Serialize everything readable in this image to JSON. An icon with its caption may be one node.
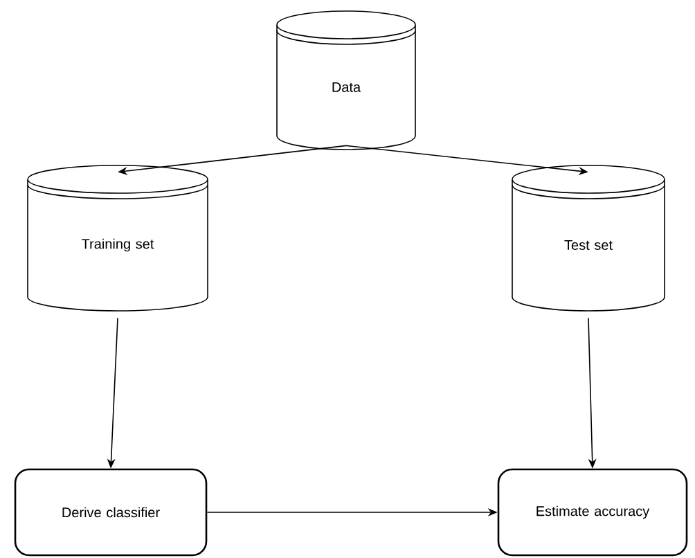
{
  "diagram": {
    "nodes": [
      {
        "text": [
          "Data"
        ]
      },
      {
        "text": [
          "Training set"
        ]
      },
      {
        "text": [
          "Test set"
        ]
      },
      {
        "text": [
          "Derive classifier"
        ]
      },
      {
        "text": [
          "Estimate accuracy"
        ]
      }
    ],
    "edges": [
      {
        "from": 0,
        "to": 1,
        "arrow": "to"
      },
      {
        "from": 0,
        "to": 2,
        "arrow": "to"
      },
      {
        "from": 1,
        "to": 3,
        "arrow": "to"
      },
      {
        "from": 2,
        "to": 4,
        "arrow": "to"
      },
      {
        "from": 3,
        "to": 4,
        "arrow": "to"
      }
    ]
  }
}
